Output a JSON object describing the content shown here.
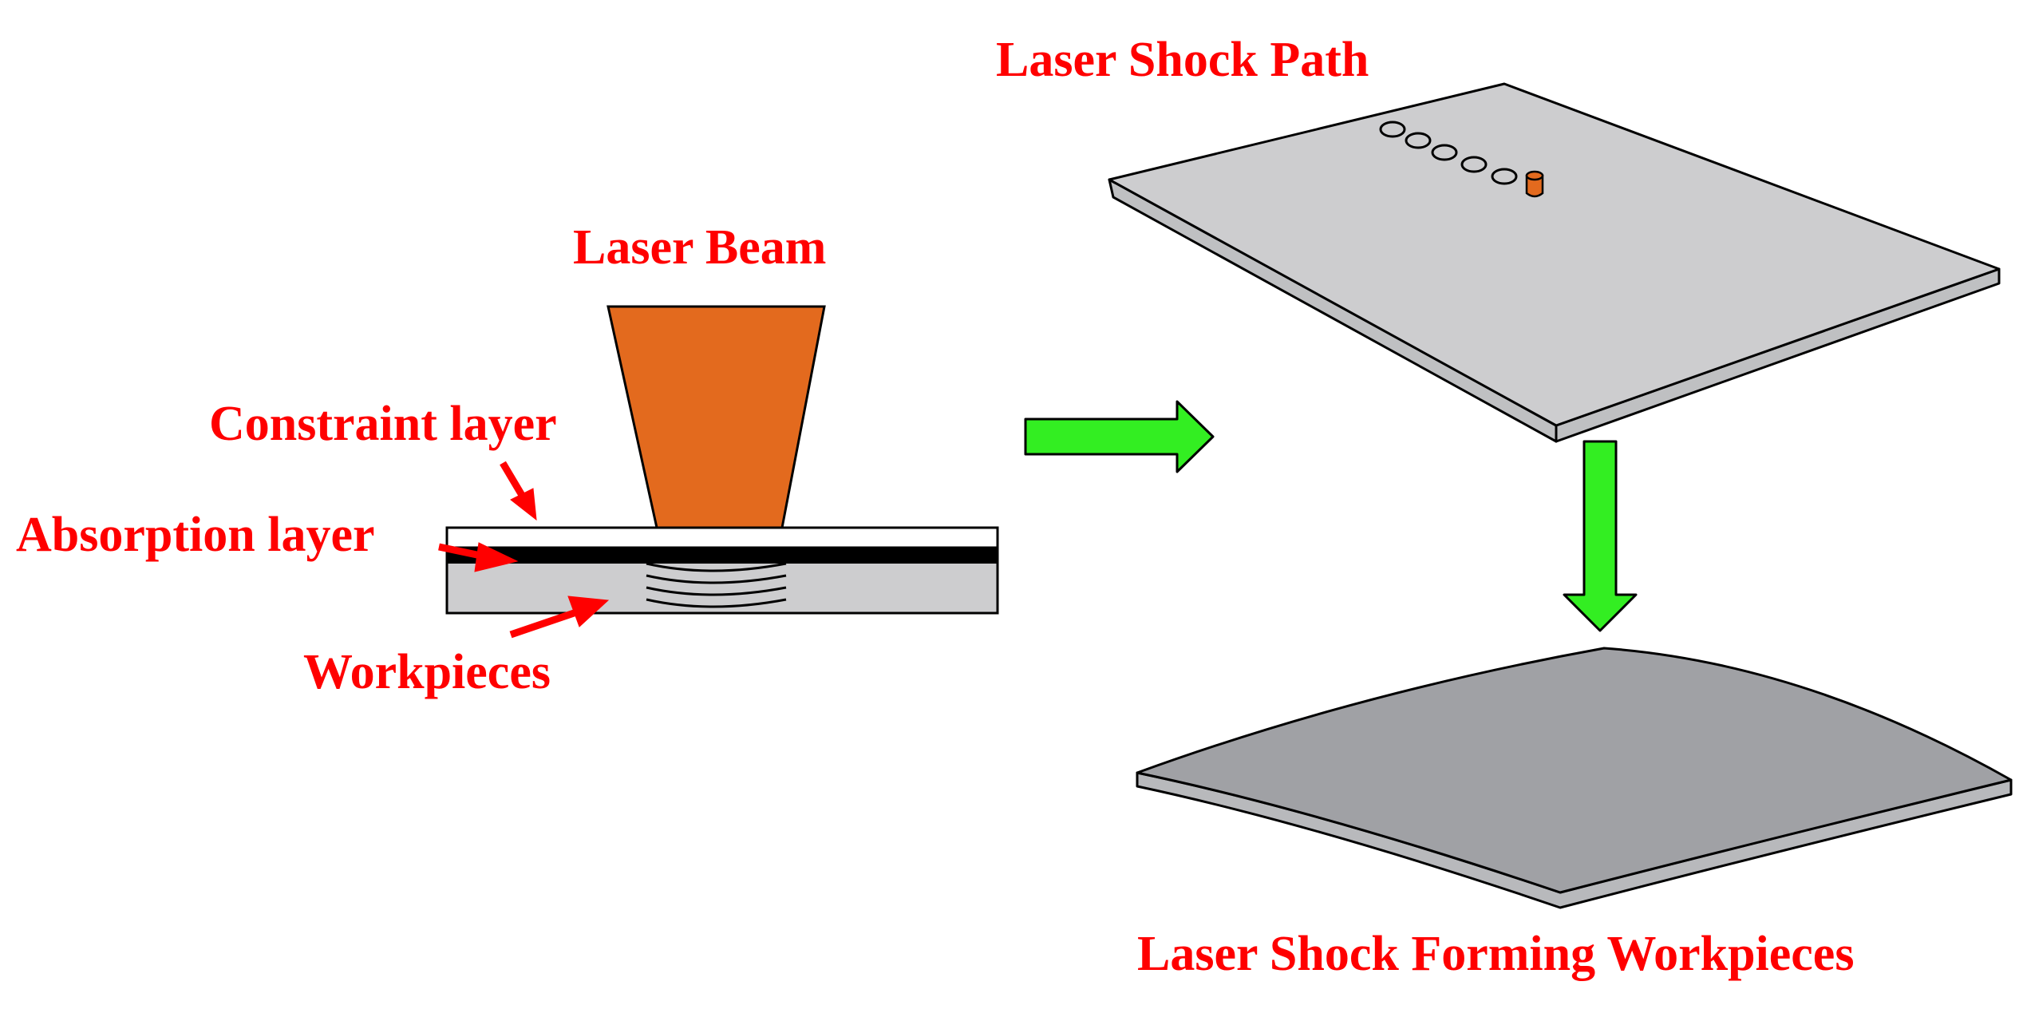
{
  "labels": {
    "laser_shock_path": "Laser Shock Path",
    "laser_beam": "Laser Beam",
    "constraint_layer": "Constraint layer",
    "absorption_layer": "Absorption layer",
    "workpieces": "Workpieces",
    "forming_workpieces": "Laser Shock Forming Workpieces"
  },
  "colors": {
    "label_text": "#ff0000",
    "laser_beam": "#e36a1e",
    "arrow_green": "#33ee22",
    "plate_gray": "#cdcdcf",
    "formed_plate_gray": "#a0a1a5",
    "absorption_black": "#000000",
    "constraint_white": "#ffffff"
  },
  "icons": {
    "flow_right": "green-right-arrow-icon",
    "flow_down": "green-down-arrow-icon"
  }
}
